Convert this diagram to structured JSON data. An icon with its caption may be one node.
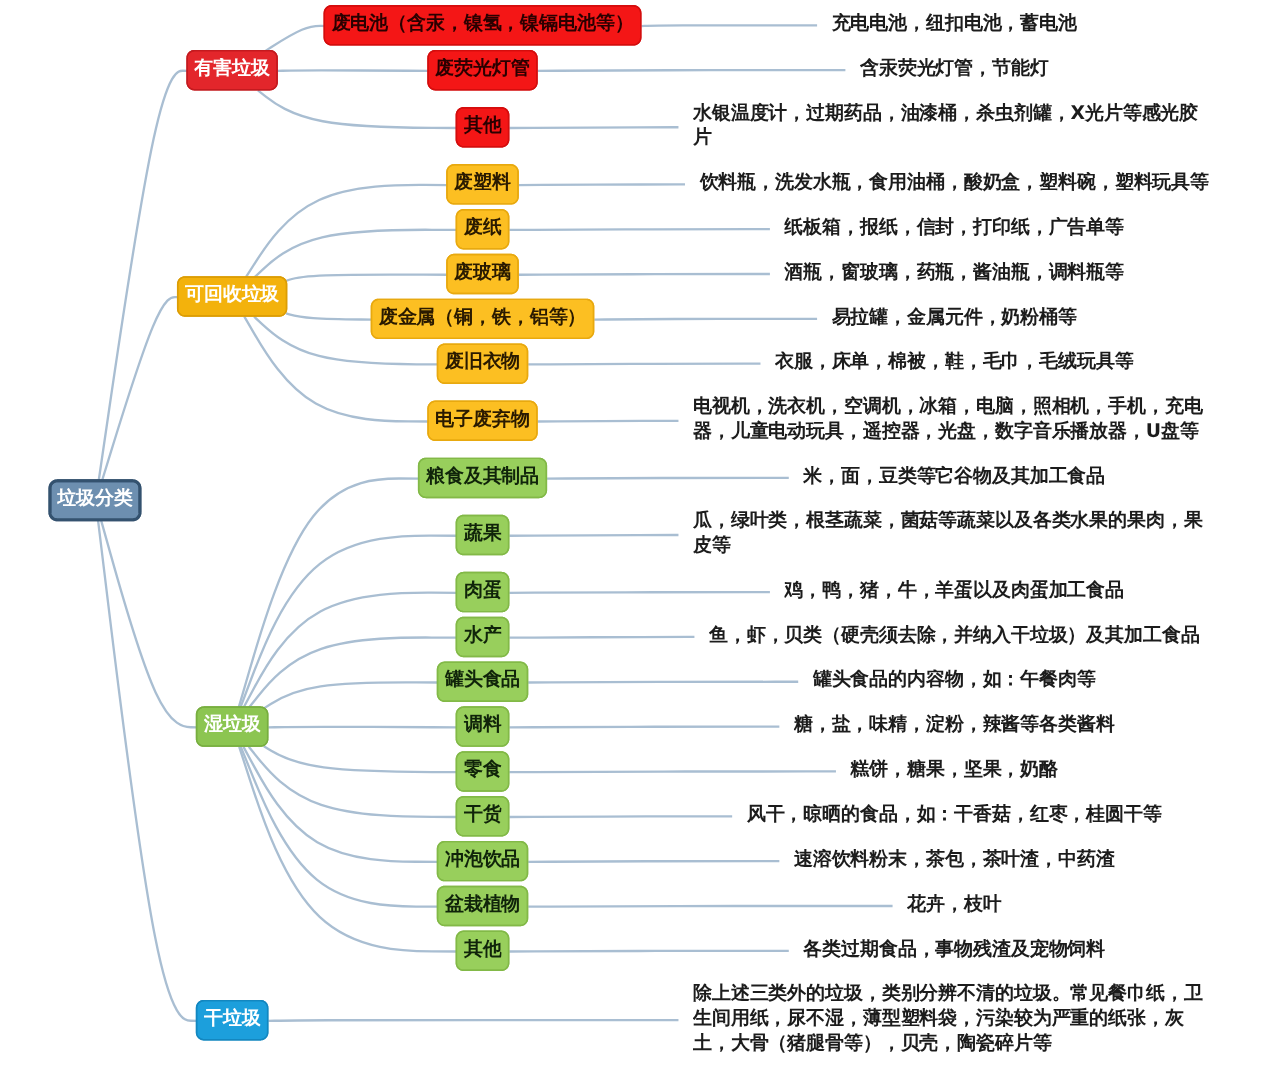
{
  "diagram": {
    "nodes": [
      {
        "text": [
          "垃圾分类"
        ]
      },
      {
        "text": [
          "有害垃圾"
        ]
      },
      {
        "text": [
          "废电池（含汞，镍氢，镍镉电池等）"
        ]
      },
      {
        "text": [
          "充电电池，纽扣电池，蓄电池"
        ]
      },
      {
        "text": [
          "废荧光灯管"
        ]
      },
      {
        "text": [
          "含汞荧光灯管，节能灯"
        ]
      },
      {
        "text": [
          "其他"
        ]
      },
      {
        "text": [
          "水银温度计，过期药品，油漆桶，杀虫剂罐，X光片等感光胶片"
        ]
      },
      {
        "text": [
          "可回收垃圾"
        ]
      },
      {
        "text": [
          "废塑料"
        ]
      },
      {
        "text": [
          "饮料瓶，洗发水瓶，食用油桶，酸奶盒，塑料碗，塑料玩具等"
        ]
      },
      {
        "text": [
          "废纸"
        ]
      },
      {
        "text": [
          "纸板箱，报纸，信封，打印纸，广告单等"
        ]
      },
      {
        "text": [
          "废玻璃"
        ]
      },
      {
        "text": [
          "酒瓶，窗玻璃，药瓶，酱油瓶，调料瓶等"
        ]
      },
      {
        "text": [
          "废金属（铜，铁，铝等）"
        ]
      },
      {
        "text": [
          "易拉罐，金属元件，奶粉桶等"
        ]
      },
      {
        "text": [
          "废旧衣物"
        ]
      },
      {
        "text": [
          "衣服，床单，棉被，鞋，毛巾，毛绒玩具等"
        ]
      },
      {
        "text": [
          "电子废弃物"
        ]
      },
      {
        "text": [
          "电视机，洗衣机，空调机，冰箱，电脑，照相机，手机，充电器，儿童电动玩具，遥控器，光盘，数字音乐播放器，U盘等"
        ]
      },
      {
        "text": [
          "湿垃圾"
        ]
      },
      {
        "text": [
          "粮食及其制品"
        ]
      },
      {
        "text": [
          "米，面，豆类等它谷物及其加工食品"
        ]
      },
      {
        "text": [
          "蔬果"
        ]
      },
      {
        "text": [
          "瓜，绿叶类，根茎蔬菜，菌菇等蔬菜以及各类水果的果肉，果皮等"
        ]
      },
      {
        "text": [
          "肉蛋"
        ]
      },
      {
        "text": [
          "鸡，鸭，猪，牛，羊蛋以及肉蛋加工食品"
        ]
      },
      {
        "text": [
          "水产"
        ]
      },
      {
        "text": [
          "鱼，虾，贝类（硬壳须去除，并纳入干垃圾）及其加工食品"
        ]
      },
      {
        "text": [
          "罐头食品"
        ]
      },
      {
        "text": [
          "罐头食品的内容物，如：午餐肉等"
        ]
      },
      {
        "text": [
          "调料"
        ]
      },
      {
        "text": [
          "糖，盐，味精，淀粉，辣酱等各类酱料"
        ]
      },
      {
        "text": [
          "零食"
        ]
      },
      {
        "text": [
          "糕饼，糖果，坚果，奶酪"
        ]
      },
      {
        "text": [
          "干货"
        ]
      },
      {
        "text": [
          "风干，晾晒的食品，如：干香菇，红枣，桂圆干等"
        ]
      },
      {
        "text": [
          "冲泡饮品"
        ]
      },
      {
        "text": [
          "速溶饮料粉末，茶包，茶叶渣，中药渣"
        ]
      },
      {
        "text": [
          "盆栽植物"
        ]
      },
      {
        "text": [
          "花卉，枝叶"
        ]
      },
      {
        "text": [
          "其他"
        ]
      },
      {
        "text": [
          "各类过期食品，事物残渣及宠物饲料"
        ]
      },
      {
        "text": [
          "干垃圾"
        ]
      },
      {
        "text": [
          "除上述三类外的垃圾，类别分辨不清的垃圾。常见餐巾纸，卫生间用纸，尿不湿，薄型塑料袋，污染较为严重的纸张，灰土，大骨（猪腿骨等），贝壳，陶瓷碎片等"
        ]
      }
    ],
    "edges": [
      {
        "from": 0,
        "to": 1,
        "arrow": "none"
      },
      {
        "from": 1,
        "to": 2,
        "arrow": "none"
      },
      {
        "from": 2,
        "to": 3,
        "arrow": "none"
      },
      {
        "from": 1,
        "to": 4,
        "arrow": "none"
      },
      {
        "from": 4,
        "to": 5,
        "arrow": "none"
      },
      {
        "from": 1,
        "to": 6,
        "arrow": "none"
      },
      {
        "from": 6,
        "to": 7,
        "arrow": "none"
      },
      {
        "from": 0,
        "to": 8,
        "arrow": "none"
      },
      {
        "from": 8,
        "to": 9,
        "arrow": "none"
      },
      {
        "from": 9,
        "to": 10,
        "arrow": "none"
      },
      {
        "from": 8,
        "to": 11,
        "arrow": "none"
      },
      {
        "from": 11,
        "to": 12,
        "arrow": "none"
      },
      {
        "from": 8,
        "to": 13,
        "arrow": "none"
      },
      {
        "from": 13,
        "to": 14,
        "arrow": "none"
      },
      {
        "from": 8,
        "to": 15,
        "arrow": "none"
      },
      {
        "from": 15,
        "to": 16,
        "arrow": "none"
      },
      {
        "from": 8,
        "to": 17,
        "arrow": "none"
      },
      {
        "from": 17,
        "to": 18,
        "arrow": "none"
      },
      {
        "from": 8,
        "to": 19,
        "arrow": "none"
      },
      {
        "from": 19,
        "to": 20,
        "arrow": "none"
      },
      {
        "from": 0,
        "to": 21,
        "arrow": "none"
      },
      {
        "from": 21,
        "to": 22,
        "arrow": "none"
      },
      {
        "from": 22,
        "to": 23,
        "arrow": "none"
      },
      {
        "from": 21,
        "to": 24,
        "arrow": "none"
      },
      {
        "from": 24,
        "to": 25,
        "arrow": "none"
      },
      {
        "from": 21,
        "to": 26,
        "arrow": "none"
      },
      {
        "from": 26,
        "to": 27,
        "arrow": "none"
      },
      {
        "from": 21,
        "to": 28,
        "arrow": "none"
      },
      {
        "from": 28,
        "to": 29,
        "arrow": "none"
      },
      {
        "from": 21,
        "to": 30,
        "arrow": "none"
      },
      {
        "from": 30,
        "to": 31,
        "arrow": "none"
      },
      {
        "from": 21,
        "to": 32,
        "arrow": "none"
      },
      {
        "from": 32,
        "to": 33,
        "arrow": "none"
      },
      {
        "from": 21,
        "to": 34,
        "arrow": "none"
      },
      {
        "from": 34,
        "to": 35,
        "arrow": "none"
      },
      {
        "from": 21,
        "to": 36,
        "arrow": "none"
      },
      {
        "from": 36,
        "to": 37,
        "arrow": "none"
      },
      {
        "from": 21,
        "to": 38,
        "arrow": "none"
      },
      {
        "from": 38,
        "to": 39,
        "arrow": "none"
      },
      {
        "from": 21,
        "to": 40,
        "arrow": "none"
      },
      {
        "from": 40,
        "to": 41,
        "arrow": "none"
      },
      {
        "from": 21,
        "to": 42,
        "arrow": "none"
      },
      {
        "from": 42,
        "to": 43,
        "arrow": "none"
      },
      {
        "from": 0,
        "to": 44,
        "arrow": "none"
      },
      {
        "from": 44,
        "to": 45,
        "arrow": "none"
      }
    ]
  }
}
